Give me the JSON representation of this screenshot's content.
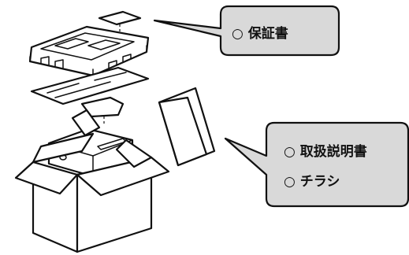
{
  "callouts": {
    "warranty": {
      "items": [
        "○ 保証書"
      ]
    },
    "manual": {
      "items": [
        "○ 取扱説明書",
        "○ チラシ"
      ]
    }
  },
  "colors": {
    "callout_fill": "#d9d9d9",
    "outline": "#111111",
    "background": "#ffffff"
  }
}
